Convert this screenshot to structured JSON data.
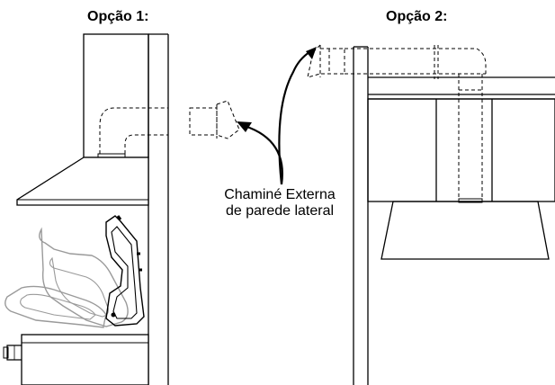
{
  "option1": {
    "title": "Opção 1:"
  },
  "option2": {
    "title": "Opção 2:"
  },
  "callout": {
    "line1": "Chaminé Externa",
    "line2": "de parede lateral"
  }
}
